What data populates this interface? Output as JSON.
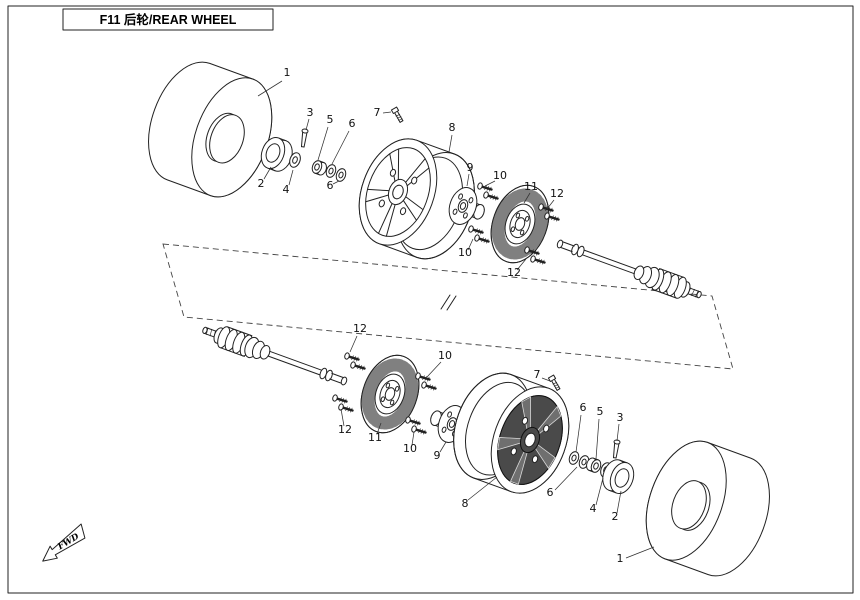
{
  "title": "F11 后轮/REAR WHEEL",
  "fwd_label": "FWD",
  "part_numbers": {
    "1": "1",
    "2": "2",
    "3": "3",
    "4": "4",
    "5": "5",
    "6": "6",
    "7": "7",
    "8": "8",
    "9": "9",
    "10": "10",
    "11": "11",
    "12": "12"
  },
  "colors": {
    "line": "#222222",
    "background": "#ffffff",
    "disc_friction": "#808080",
    "wheel_face_dark": "#4a4a4a",
    "wheel_spoke": "#6f6f6f"
  }
}
